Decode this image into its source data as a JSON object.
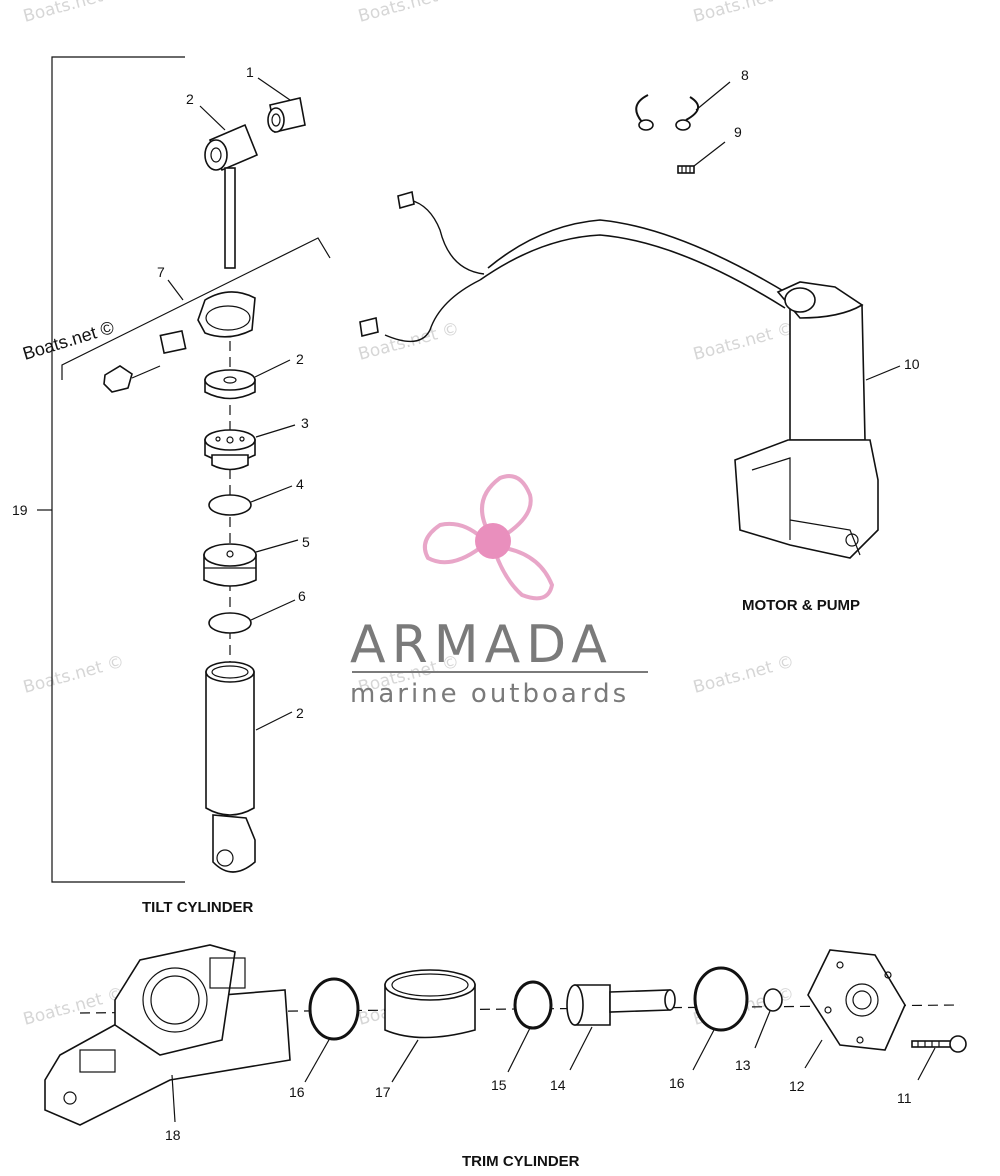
{
  "watermark": {
    "text": "Boats.net ©"
  },
  "logo": {
    "name": "ARMADA",
    "tagline": "marine outboards",
    "propeller_color": "#e8a6c8",
    "hub_color": "#e98fbd",
    "text_color": "#7a7a7a"
  },
  "sections": {
    "tilt_cylinder": "TILT CYLINDER",
    "motor_pump": "MOTOR & PUMP",
    "trim_cylinder": "TRIM CYLINDER"
  },
  "callouts": {
    "c1": "1",
    "c2a": "2",
    "c2b": "2",
    "c2c": "2",
    "c3": "3",
    "c4": "4",
    "c5": "5",
    "c6": "6",
    "c7": "7",
    "c8": "8",
    "c9": "9",
    "c10": "10",
    "c11": "11",
    "c12": "12",
    "c13": "13",
    "c14": "14",
    "c15": "15",
    "c16a": "16",
    "c16b": "16",
    "c17": "17",
    "c18": "18",
    "c19": "19"
  }
}
